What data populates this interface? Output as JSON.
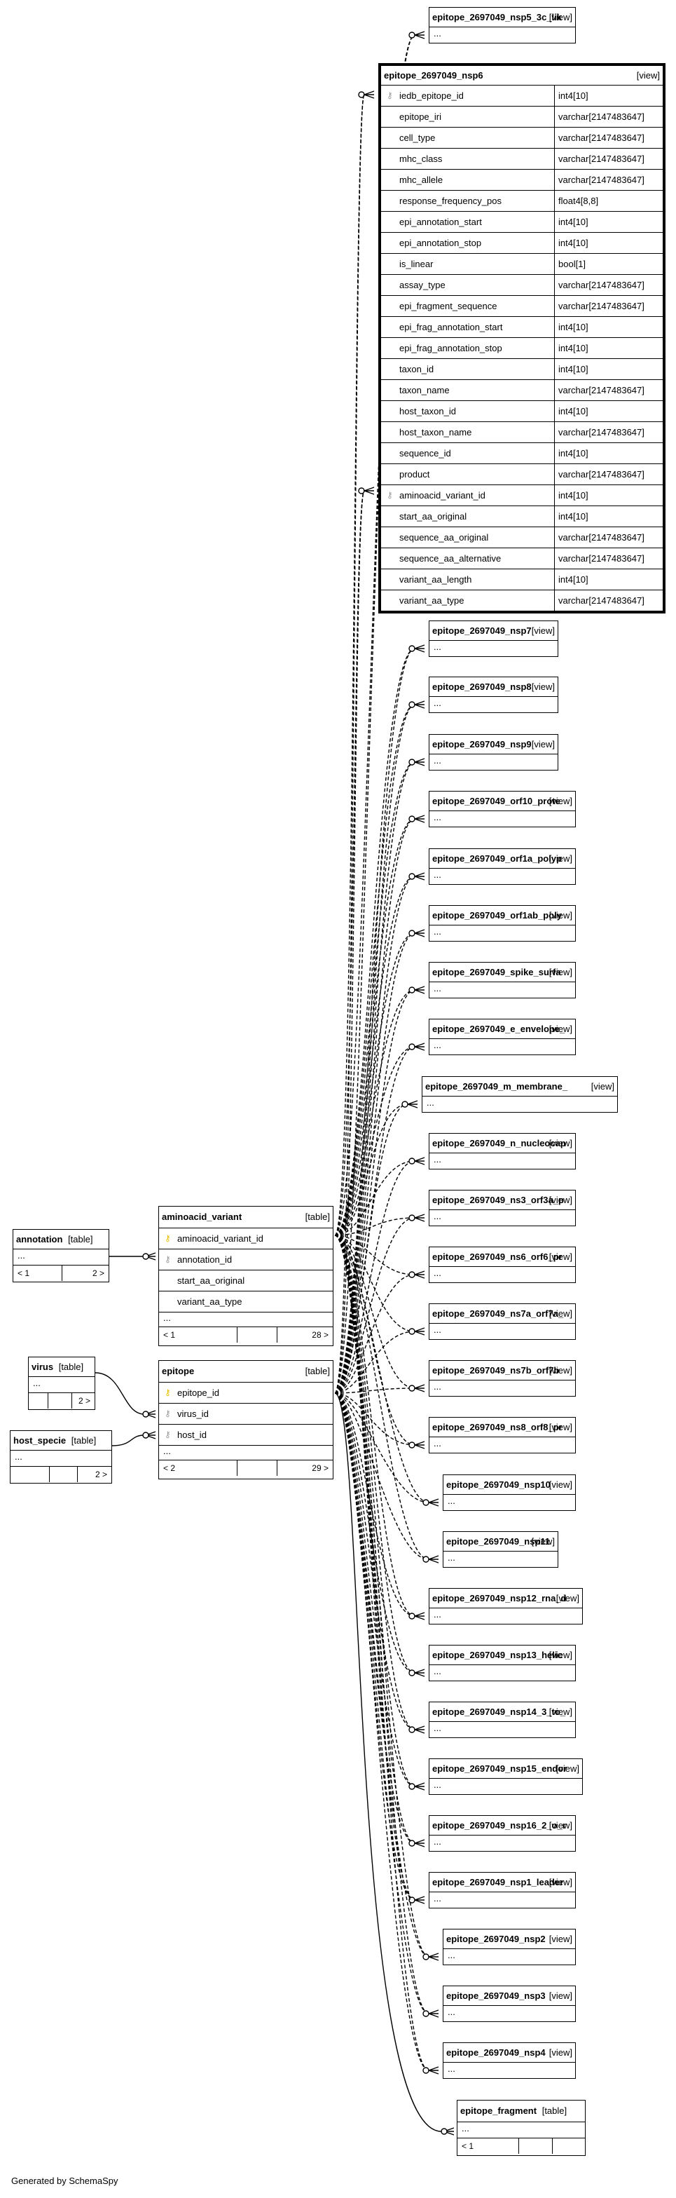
{
  "footer": "Generated by SchemaSpy",
  "highlight": {
    "name": "epitope_2697049_nsp6",
    "kind": "[view]",
    "columns": [
      {
        "name": "iedb_epitope_id",
        "type": "int4[10]",
        "key": "fk"
      },
      {
        "name": "epitope_iri",
        "type": "varchar[2147483647]",
        "key": ""
      },
      {
        "name": "cell_type",
        "type": "varchar[2147483647]",
        "key": ""
      },
      {
        "name": "mhc_class",
        "type": "varchar[2147483647]",
        "key": ""
      },
      {
        "name": "mhc_allele",
        "type": "varchar[2147483647]",
        "key": ""
      },
      {
        "name": "response_frequency_pos",
        "type": "float4[8,8]",
        "key": ""
      },
      {
        "name": "epi_annotation_start",
        "type": "int4[10]",
        "key": ""
      },
      {
        "name": "epi_annotation_stop",
        "type": "int4[10]",
        "key": ""
      },
      {
        "name": "is_linear",
        "type": "bool[1]",
        "key": ""
      },
      {
        "name": "assay_type",
        "type": "varchar[2147483647]",
        "key": ""
      },
      {
        "name": "epi_fragment_sequence",
        "type": "varchar[2147483647]",
        "key": ""
      },
      {
        "name": "epi_frag_annotation_start",
        "type": "int4[10]",
        "key": ""
      },
      {
        "name": "epi_frag_annotation_stop",
        "type": "int4[10]",
        "key": ""
      },
      {
        "name": "taxon_id",
        "type": "int4[10]",
        "key": ""
      },
      {
        "name": "taxon_name",
        "type": "varchar[2147483647]",
        "key": ""
      },
      {
        "name": "host_taxon_id",
        "type": "int4[10]",
        "key": ""
      },
      {
        "name": "host_taxon_name",
        "type": "varchar[2147483647]",
        "key": ""
      },
      {
        "name": "sequence_id",
        "type": "int4[10]",
        "key": ""
      },
      {
        "name": "product",
        "type": "varchar[2147483647]",
        "key": ""
      },
      {
        "name": "aminoacid_variant_id",
        "type": "int4[10]",
        "key": "fk"
      },
      {
        "name": "start_aa_original",
        "type": "int4[10]",
        "key": ""
      },
      {
        "name": "sequence_aa_original",
        "type": "varchar[2147483647]",
        "key": ""
      },
      {
        "name": "sequence_aa_alternative",
        "type": "varchar[2147483647]",
        "key": ""
      },
      {
        "name": "variant_aa_length",
        "type": "int4[10]",
        "key": ""
      },
      {
        "name": "variant_aa_type",
        "type": "varchar[2147483647]",
        "key": ""
      }
    ]
  },
  "views": [
    {
      "name": "epitope_2697049_nsp5_3c_lik",
      "kind": "[view]",
      "ellipsis": "..."
    },
    {
      "name": "epitope_2697049_nsp7",
      "kind": "[view]",
      "ellipsis": "..."
    },
    {
      "name": "epitope_2697049_nsp8",
      "kind": "[view]",
      "ellipsis": "..."
    },
    {
      "name": "epitope_2697049_nsp9",
      "kind": "[view]",
      "ellipsis": "..."
    },
    {
      "name": "epitope_2697049_orf10_prote",
      "kind": "[view]",
      "ellipsis": "..."
    },
    {
      "name": "epitope_2697049_orf1a_polyp",
      "kind": "[view]",
      "ellipsis": "..."
    },
    {
      "name": "epitope_2697049_orf1ab_poly",
      "kind": "[view]",
      "ellipsis": "..."
    },
    {
      "name": "epitope_2697049_spike_surfa",
      "kind": "[view]",
      "ellipsis": "..."
    },
    {
      "name": "epitope_2697049_e_envelope_",
      "kind": "[view]",
      "ellipsis": "..."
    },
    {
      "name": "epitope_2697049_m_membrane_",
      "kind": "[view]",
      "ellipsis": "..."
    },
    {
      "name": "epitope_2697049_n_nucleocap",
      "kind": "[view]",
      "ellipsis": "..."
    },
    {
      "name": "epitope_2697049_ns3_orf3a_p",
      "kind": "[view]",
      "ellipsis": "..."
    },
    {
      "name": "epitope_2697049_ns6_orf6_pr",
      "kind": "[view]",
      "ellipsis": "..."
    },
    {
      "name": "epitope_2697049_ns7a_orf7a_",
      "kind": "[view]",
      "ellipsis": "..."
    },
    {
      "name": "epitope_2697049_ns7b_orf7b",
      "kind": "[view]",
      "ellipsis": "..."
    },
    {
      "name": "epitope_2697049_ns8_orf8_pr",
      "kind": "[view]",
      "ellipsis": "..."
    },
    {
      "name": "epitope_2697049_nsp10",
      "kind": "[view]",
      "ellipsis": "..."
    },
    {
      "name": "epitope_2697049_nsp11",
      "kind": "[view]",
      "ellipsis": "..."
    },
    {
      "name": "epitope_2697049_nsp12_rna_d",
      "kind": "[view]",
      "ellipsis": "..."
    },
    {
      "name": "epitope_2697049_nsp13_helic",
      "kind": "[view]",
      "ellipsis": "..."
    },
    {
      "name": "epitope_2697049_nsp14_3_to_",
      "kind": "[view]",
      "ellipsis": "..."
    },
    {
      "name": "epitope_2697049_nsp15_endor",
      "kind": "[view]",
      "ellipsis": "..."
    },
    {
      "name": "epitope_2697049_nsp16_2_o_r",
      "kind": "[view]",
      "ellipsis": "..."
    },
    {
      "name": "epitope_2697049_nsp1_leader",
      "kind": "[view]",
      "ellipsis": "..."
    },
    {
      "name": "epitope_2697049_nsp2",
      "kind": "[view]",
      "ellipsis": "..."
    },
    {
      "name": "epitope_2697049_nsp3",
      "kind": "[view]",
      "ellipsis": "..."
    },
    {
      "name": "epitope_2697049_nsp4",
      "kind": "[view]",
      "ellipsis": "..."
    }
  ],
  "annotation": {
    "name": "annotation",
    "kind": "[table]",
    "ellipsis": "...",
    "left": "< 1",
    "right": "2 >"
  },
  "virus": {
    "name": "virus",
    "kind": "[table]",
    "ellipsis": "...",
    "right": "2 >"
  },
  "host_specie": {
    "name": "host_specie",
    "kind": "[table]",
    "ellipsis": "...",
    "right": "2 >"
  },
  "aminoacid_variant": {
    "name": "aminoacid_variant",
    "kind": "[table]",
    "rows": [
      {
        "name": "aminoacid_variant_id",
        "key": "pk"
      },
      {
        "name": "annotation_id",
        "key": "fk"
      },
      {
        "name": "start_aa_original",
        "key": ""
      },
      {
        "name": "variant_aa_type",
        "key": ""
      }
    ],
    "ellipsis": "...",
    "left": "< 1",
    "right": "28 >"
  },
  "epitope": {
    "name": "epitope",
    "kind": "[table]",
    "rows": [
      {
        "name": "epitope_id",
        "key": "pk"
      },
      {
        "name": "virus_id",
        "key": "fk"
      },
      {
        "name": "host_id",
        "key": "fk"
      }
    ],
    "ellipsis": "...",
    "left": "< 2",
    "right": "29 >"
  },
  "epitope_fragment": {
    "name": "epitope_fragment",
    "kind": "[table]",
    "ellipsis": "...",
    "left": "< 1"
  }
}
